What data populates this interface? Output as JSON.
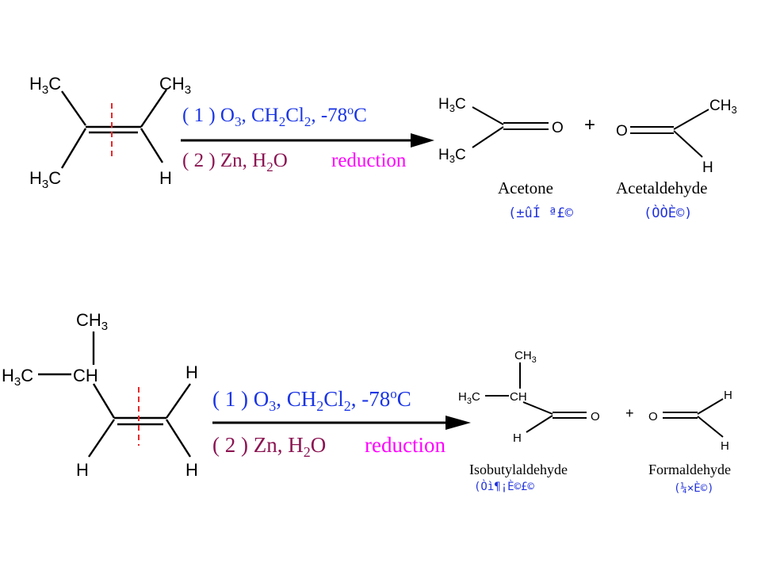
{
  "colors": {
    "blue": "#1a35e6",
    "maroon": "#8b1452",
    "magenta": "#ff00ff",
    "red_cut": "#e8282a",
    "garble_blue": "#2233dd"
  },
  "reaction1": {
    "reactant": {
      "h3c_top": "H",
      "h3c_top_sub": "3",
      "h3c_top_c": "C",
      "ch3_top_c": "CH",
      "ch3_top_sub": "3",
      "h3c_bot": "H",
      "h3c_bot_sub": "3",
      "h3c_bot_c": "C",
      "h_right": "H"
    },
    "step1": {
      "label": "( 1 )  O",
      "sub1": "3",
      "mid": ", CH",
      "sub2": "2",
      "mid2": "Cl",
      "sub3": "2",
      "tail": ", -78",
      "deg": "o",
      "unit": "C"
    },
    "step2": {
      "label": "( 2 )  Zn, H",
      "sub": "2",
      "tail": "O",
      "reduction": "reduction"
    },
    "product1": {
      "name": "Acetone",
      "garbled": "(±ûÍ ª£©",
      "o": "O",
      "h3c1": "H",
      "h3c1_sub": "3",
      "h3c1_c": "C",
      "h3c2": "H",
      "h3c2_sub": "3",
      "h3c2_c": "C"
    },
    "plus": "+",
    "product2": {
      "name": "Acetaldehyde",
      "garbled": "(ÒÒÈ©)",
      "o": "O",
      "ch3": "CH",
      "ch3_sub": "3",
      "h": "H"
    }
  },
  "reaction2": {
    "reactant": {
      "ch3_top": "CH",
      "ch3_top_sub": "3",
      "h3c_left": "H",
      "h3c_left_sub": "3",
      "h3c_left_c": "C",
      "ch": "CH",
      "h_tr": "H",
      "h_bl": "H",
      "h_br": "H"
    },
    "step1": {
      "label": "( 1 )  O",
      "sub1": "3",
      "mid": ", CH",
      "sub2": "2",
      "mid2": "Cl",
      "sub3": "2",
      "tail": ", -78",
      "deg": "o",
      "unit": "C"
    },
    "step2": {
      "label": "( 2 )  Zn, H",
      "sub": "2",
      "tail": "O",
      "reduction": "reduction"
    },
    "product1": {
      "name": "Isobutylaldehyde",
      "garbled": "(Òì¶¡È©£©",
      "ch3": "CH",
      "ch3_sub": "3",
      "h3c": "H",
      "h3c_sub": "3",
      "h3c_c": "C",
      "ch": "CH",
      "o": "O",
      "h": "H"
    },
    "plus": "+",
    "product2": {
      "name": "Formaldehyde",
      "garbled": "(¼×È©)",
      "o": "O",
      "h_top": "H",
      "h_bot": "H"
    }
  }
}
